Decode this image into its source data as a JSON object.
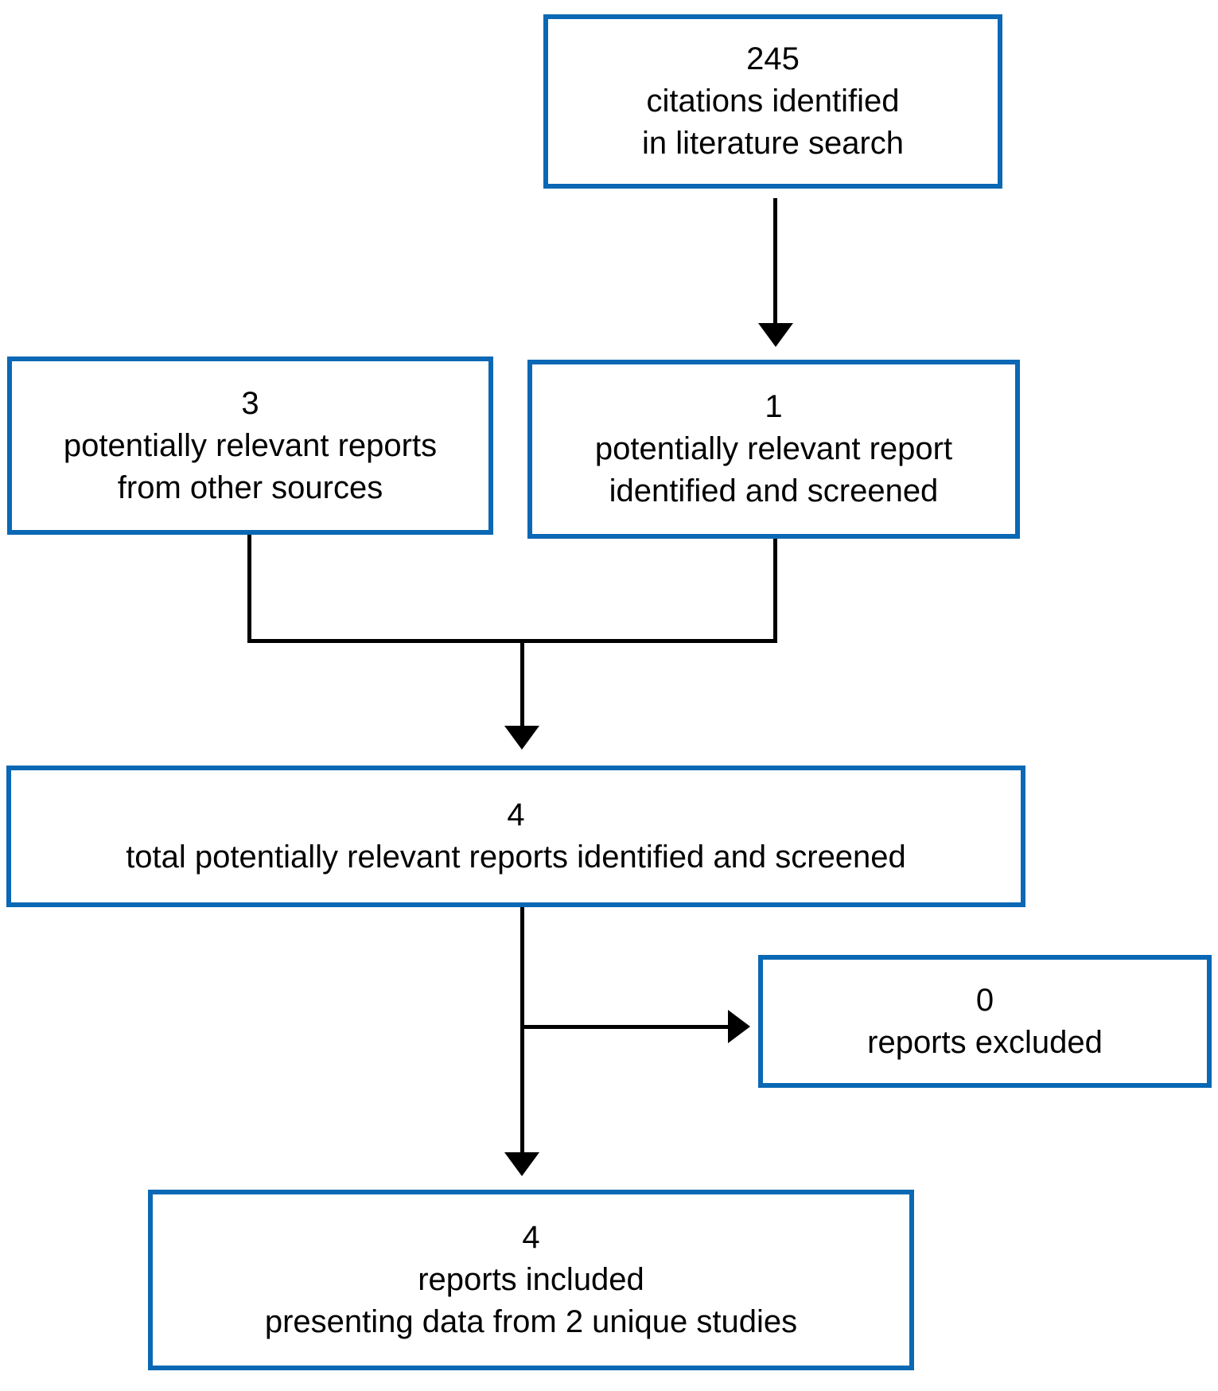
{
  "colors": {
    "border_blue": "#0a68b4",
    "arrow_black": "#000000",
    "text_black": "#000000",
    "background": "#ffffff"
  },
  "flowchart": {
    "identified": {
      "count": "245",
      "line1": "citations identified",
      "line2": "in literature search"
    },
    "other_sources": {
      "count": "3",
      "line1": "potentially relevant reports",
      "line2": "from other sources"
    },
    "screened": {
      "count": "1",
      "line1": "potentially relevant report",
      "line2": "identified and screened"
    },
    "total_screened": {
      "count": "4",
      "line1": "total potentially relevant reports identified and screened"
    },
    "excluded": {
      "count": "0",
      "line1": "reports excluded"
    },
    "included": {
      "count": "4",
      "line1": "reports included",
      "line2": "presenting data from 2 unique studies"
    }
  }
}
